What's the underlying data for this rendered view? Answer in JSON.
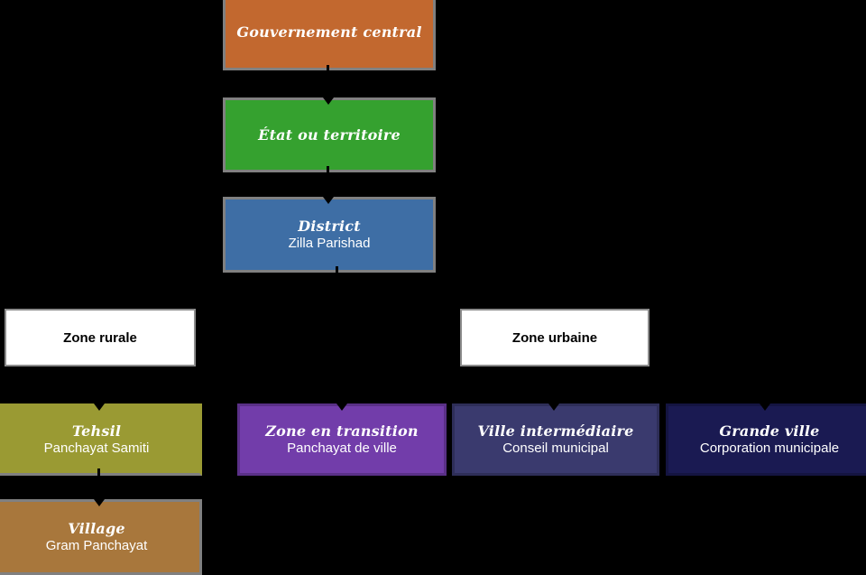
{
  "canvas": {
    "background": "#000000"
  },
  "connector_color": "#000000",
  "nodes": [
    {
      "id": "central-government",
      "title": "Gouvernement central",
      "fill": "#c2682f",
      "border": "#808080",
      "text": "#ffffff"
    },
    {
      "id": "state-or-territory",
      "title": "État ou territoire",
      "fill": "#35a12f",
      "border": "#808080",
      "text": "#ffffff"
    },
    {
      "id": "district",
      "title": "District",
      "subtitle": "Zilla Parishad",
      "fill": "#3e6ea5",
      "border": "#808080",
      "text": "#ffffff"
    },
    {
      "id": "rural-zone",
      "title": "Zone rurale",
      "fill": "#ffffff",
      "border": "#8c8c8c",
      "text": "#000000"
    },
    {
      "id": "urban-zone",
      "title": "Zone urbaine",
      "fill": "#ffffff",
      "border": "#8c8c8c",
      "text": "#000000"
    },
    {
      "id": "tehsil",
      "title": "Tehsil",
      "subtitle": "Panchayat Samiti",
      "fill": "#9a9a33",
      "border": "#808080",
      "text": "#ffffff"
    },
    {
      "id": "transition-zone",
      "title": "Zone en transition",
      "subtitle": "Panchayat de ville",
      "fill": "#723daa",
      "border": "#5a3087",
      "text": "#ffffff"
    },
    {
      "id": "intermediate-city",
      "title": "Ville intermédiaire",
      "subtitle": "Conseil municipal",
      "fill": "#3a3a6e",
      "border": "#2e2e58",
      "text": "#ffffff"
    },
    {
      "id": "large-city",
      "title": "Grande ville",
      "subtitle": "Corporation municipale",
      "fill": "#1a1a52",
      "border": "#141441",
      "text": "#ffffff"
    },
    {
      "id": "village",
      "title": "Village",
      "subtitle": "Gram Panchayat",
      "fill": "#a8773c",
      "border": "#808080",
      "text": "#ffffff"
    }
  ],
  "edges": [
    {
      "from": "central-government",
      "to": "state-or-territory"
    },
    {
      "from": "state-or-territory",
      "to": "district"
    },
    {
      "from": "district",
      "to": "rural-zone"
    },
    {
      "from": "district",
      "to": "urban-zone"
    },
    {
      "from": "rural-zone",
      "to": "tehsil"
    },
    {
      "from": "tehsil",
      "to": "village"
    },
    {
      "from": "urban-zone",
      "to": "transition-zone"
    },
    {
      "from": "urban-zone",
      "to": "intermediate-city"
    },
    {
      "from": "urban-zone",
      "to": "large-city"
    }
  ]
}
